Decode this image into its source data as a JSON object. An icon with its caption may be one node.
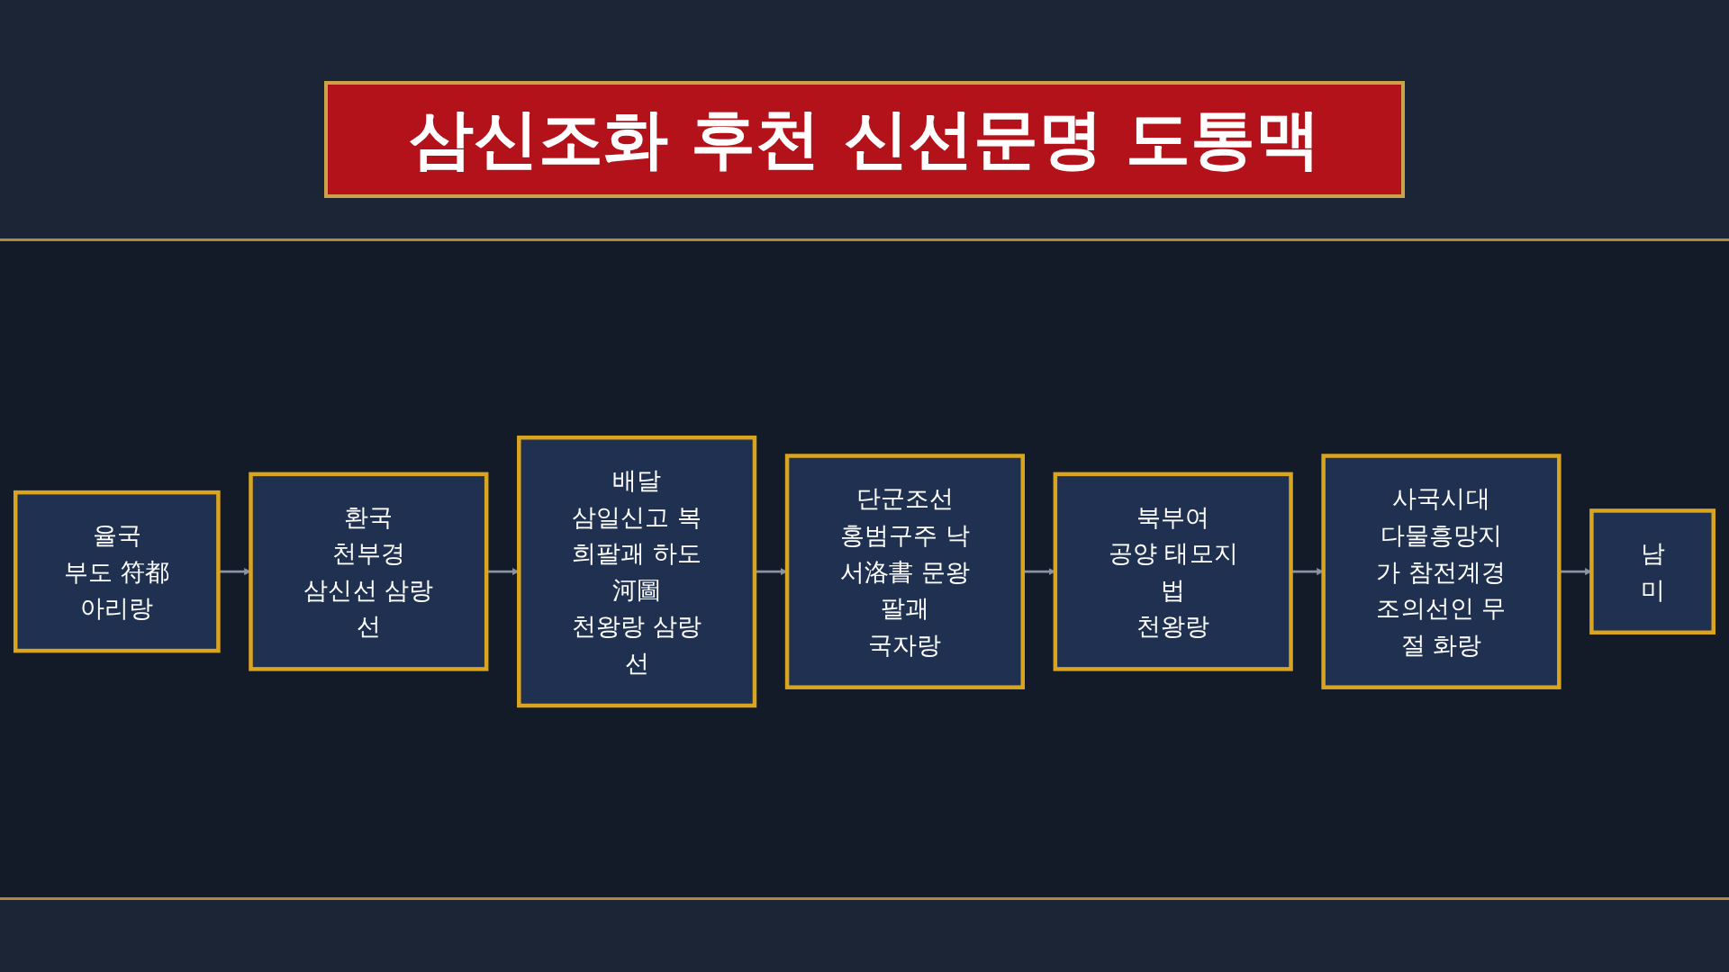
{
  "diagram": {
    "title": "삼신조화 후천 신선문명 도통맥",
    "nodes": [
      {
        "text": [
          "율국",
          "부도 符都",
          "아리랑"
        ]
      },
      {
        "text": [
          "환국",
          "천부경",
          "삼신선 삼랑선"
        ]
      },
      {
        "text": [
          "배달",
          "삼일신고 복희팔괘 하도河圖",
          "천왕랑 삼랑선"
        ]
      },
      {
        "text": [
          "단군조선",
          "홍범구주 낙서洛書 문왕팔괘",
          "국자랑"
        ]
      },
      {
        "text": [
          "북부여",
          "공양 태모지법",
          "천왕랑"
        ]
      },
      {
        "text": [
          "사국시대",
          "다물흥망지가 참전계경",
          "조의선인 무절 화랑"
        ]
      },
      {
        "text": [
          "남",
          "미"
        ]
      }
    ],
    "edges": [
      {
        "from": 0,
        "to": 1,
        "arrow": "to"
      },
      {
        "from": 1,
        "to": 2,
        "arrow": "to"
      },
      {
        "from": 2,
        "to": 3,
        "arrow": "to"
      },
      {
        "from": 3,
        "to": 4,
        "arrow": "to"
      },
      {
        "from": 4,
        "to": 5,
        "arrow": "to"
      },
      {
        "from": 5,
        "to": 6,
        "arrow": "to"
      }
    ]
  }
}
